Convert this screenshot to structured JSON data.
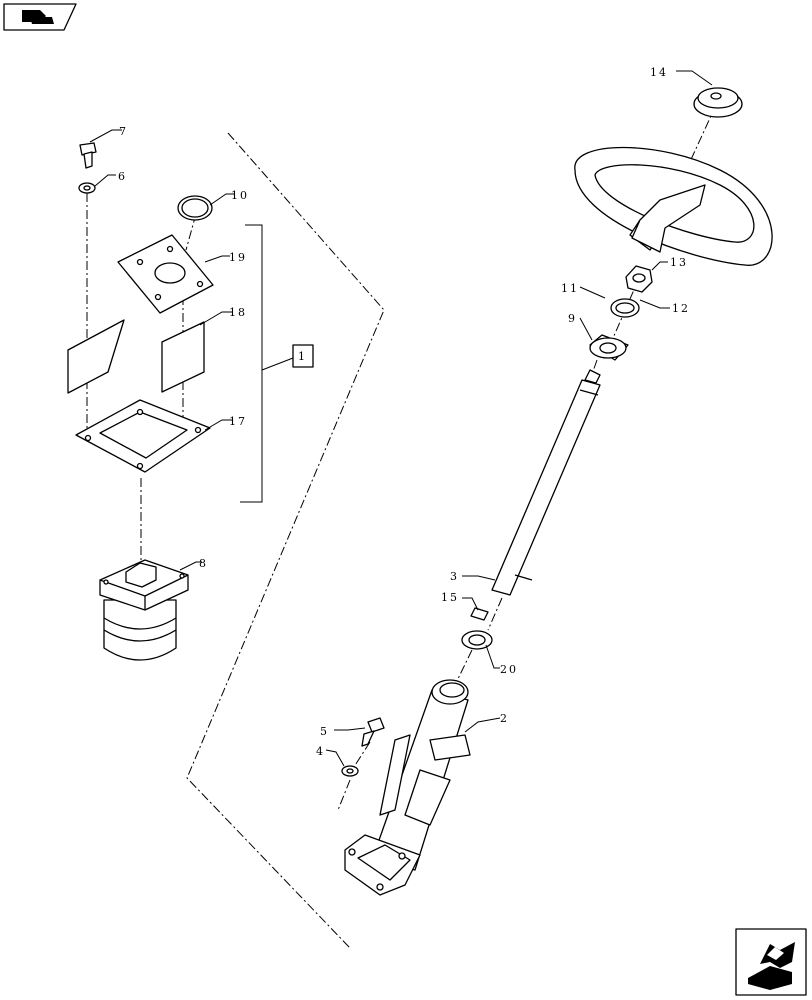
{
  "callouts": {
    "c1": "1",
    "c2": "2",
    "c3": "3",
    "c4": "4",
    "c5": "5",
    "c6": "6",
    "c7": "7",
    "c8": "8",
    "c9": "9",
    "c10": "10",
    "c11": "11",
    "c12": "12",
    "c13": "13",
    "c14": "14",
    "c15": "15",
    "c17": "17",
    "c18": "18",
    "c19": "19",
    "c20": "20"
  },
  "icons": {
    "top_left": "previous-page-icon",
    "bottom_right": "next-page-icon"
  }
}
